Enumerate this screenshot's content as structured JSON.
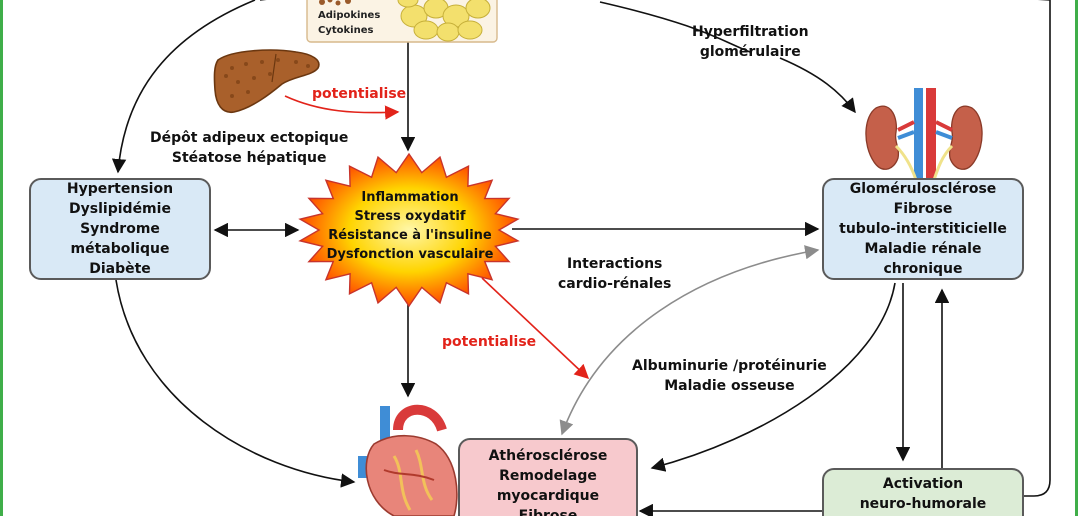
{
  "adipose_labels": [
    "Adipokines",
    "Cytokines"
  ],
  "labels": {
    "hyperfiltration": [
      "Hyperfiltration",
      "glomérulaire"
    ],
    "potentialise_top": "potentialise",
    "potentialise_mid": "potentialise",
    "ectopic": [
      "Dépôt adipeux ectopique",
      "Stéatose hépatique"
    ],
    "interactions": [
      "Interactions",
      "cardio-rénales"
    ],
    "albuminuria": [
      "Albuminurie /protéinurie",
      "Maladie osseuse"
    ]
  },
  "burst": [
    "Inflammation",
    "Stress oxydatif",
    "Résistance à l'insuline",
    "Dysfonction vasculaire"
  ],
  "boxes": {
    "metabolic": [
      "Hypertension",
      "Dyslipidémie",
      "Syndrome métabolique",
      "Diabète"
    ],
    "renal": [
      "Glomérulosclérose",
      "Fibrose",
      "tubulo-interstiticielle",
      "Maladie rénale chronique"
    ],
    "cardio": [
      "Athérosclérose",
      "Remodelage",
      "myocardique",
      "Fibrose"
    ],
    "neuro": [
      "Activation",
      "neuro-humorale"
    ]
  },
  "colors": {
    "frame": "#3fae49",
    "metabolic_box": "#d9e9f6",
    "renal_box": "#d9e9f6",
    "cardio_box": "#f7c9cd",
    "neuro_box": "#dcecd6",
    "potentialise": "#e2231a"
  },
  "icons": [
    "adipose-tissue-icon",
    "liver-icon",
    "kidneys-icon",
    "heart-icon"
  ]
}
